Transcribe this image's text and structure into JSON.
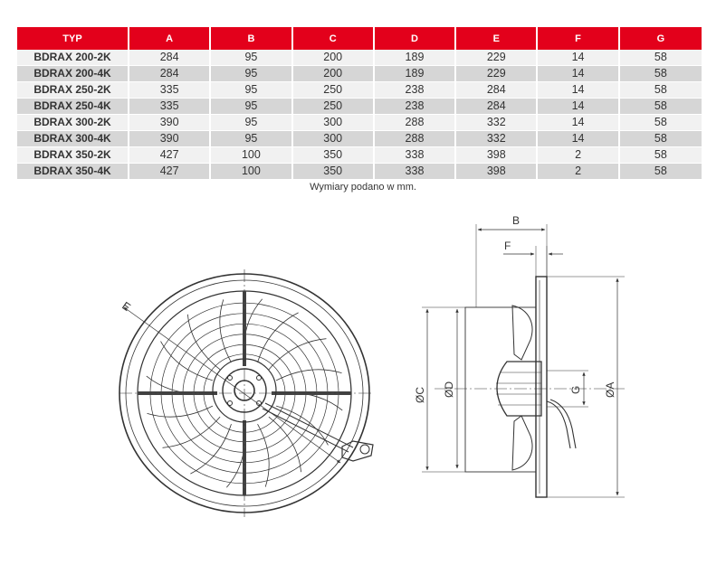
{
  "table": {
    "headers": [
      "TYP",
      "A",
      "B",
      "C",
      "D",
      "E",
      "F",
      "G"
    ],
    "rows": [
      [
        "BDRAX 200-2K",
        "284",
        "95",
        "200",
        "189",
        "229",
        "14",
        "58"
      ],
      [
        "BDRAX 200-4K",
        "284",
        "95",
        "200",
        "189",
        "229",
        "14",
        "58"
      ],
      [
        "BDRAX 250-2K",
        "335",
        "95",
        "250",
        "238",
        "284",
        "14",
        "58"
      ],
      [
        "BDRAX 250-4K",
        "335",
        "95",
        "250",
        "238",
        "284",
        "14",
        "58"
      ],
      [
        "BDRAX 300-2K",
        "390",
        "95",
        "300",
        "288",
        "332",
        "14",
        "58"
      ],
      [
        "BDRAX 300-4K",
        "390",
        "95",
        "300",
        "288",
        "332",
        "14",
        "58"
      ],
      [
        "BDRAX 350-2K",
        "427",
        "100",
        "350",
        "338",
        "398",
        "2",
        "58"
      ],
      [
        "BDRAX 350-4K",
        "427",
        "100",
        "350",
        "338",
        "398",
        "2",
        "58"
      ]
    ]
  },
  "note": "Wymiary podano w mm.",
  "drawing": {
    "front_label_e": "E",
    "side_label_b": "B",
    "side_label_f": "F",
    "side_label_c": "ØC",
    "side_label_d": "ØD",
    "side_label_g": "G",
    "side_label_a": "ØA"
  },
  "colors": {
    "header_bg": "#e3001b",
    "row_light": "#f1f1f1",
    "row_dark": "#d6d6d6"
  }
}
